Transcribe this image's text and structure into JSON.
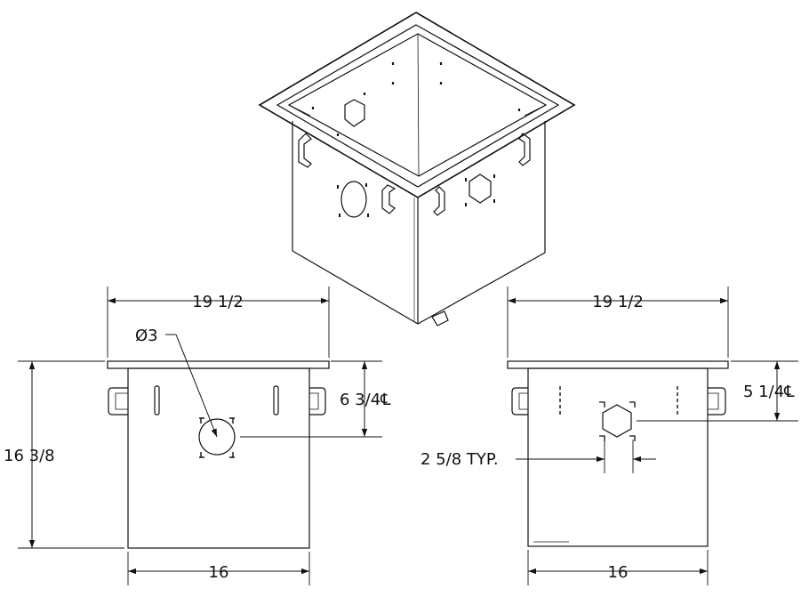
{
  "drawing": {
    "front_view": {
      "top_width": "19 1/2",
      "height": "16 3/8",
      "bottom_width": "16",
      "hole_diameter": "Ø3",
      "hole_center_height": "6 3/4℄"
    },
    "side_view": {
      "top_width": "19 1/2",
      "bottom_width": "16",
      "hole_center_height": "5 1/4℄",
      "knockout_spacing": "2 5/8 TYP."
    }
  }
}
